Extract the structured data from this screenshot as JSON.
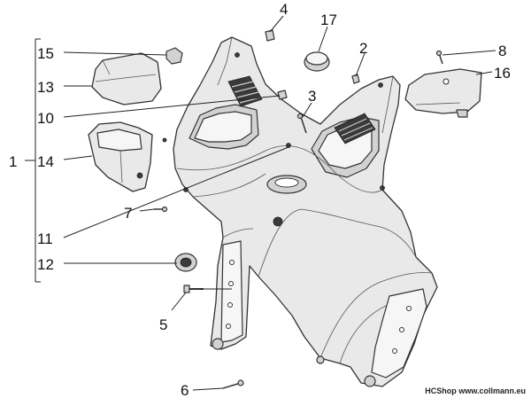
{
  "callouts": [
    {
      "id": "1",
      "label": "1"
    },
    {
      "id": "2",
      "label": "2"
    },
    {
      "id": "3",
      "label": "3"
    },
    {
      "id": "4",
      "label": "4"
    },
    {
      "id": "5",
      "label": "5"
    },
    {
      "id": "6",
      "label": "6"
    },
    {
      "id": "7",
      "label": "7"
    },
    {
      "id": "8",
      "label": "8"
    },
    {
      "id": "10",
      "label": "10"
    },
    {
      "id": "11",
      "label": "11"
    },
    {
      "id": "12",
      "label": "12"
    },
    {
      "id": "13",
      "label": "13"
    },
    {
      "id": "14",
      "label": "14"
    },
    {
      "id": "15",
      "label": "15"
    },
    {
      "id": "16",
      "label": "16"
    },
    {
      "id": "17",
      "label": "17"
    }
  ],
  "credit": {
    "brand": "HCShop",
    "url": "www.collmann.eu"
  }
}
